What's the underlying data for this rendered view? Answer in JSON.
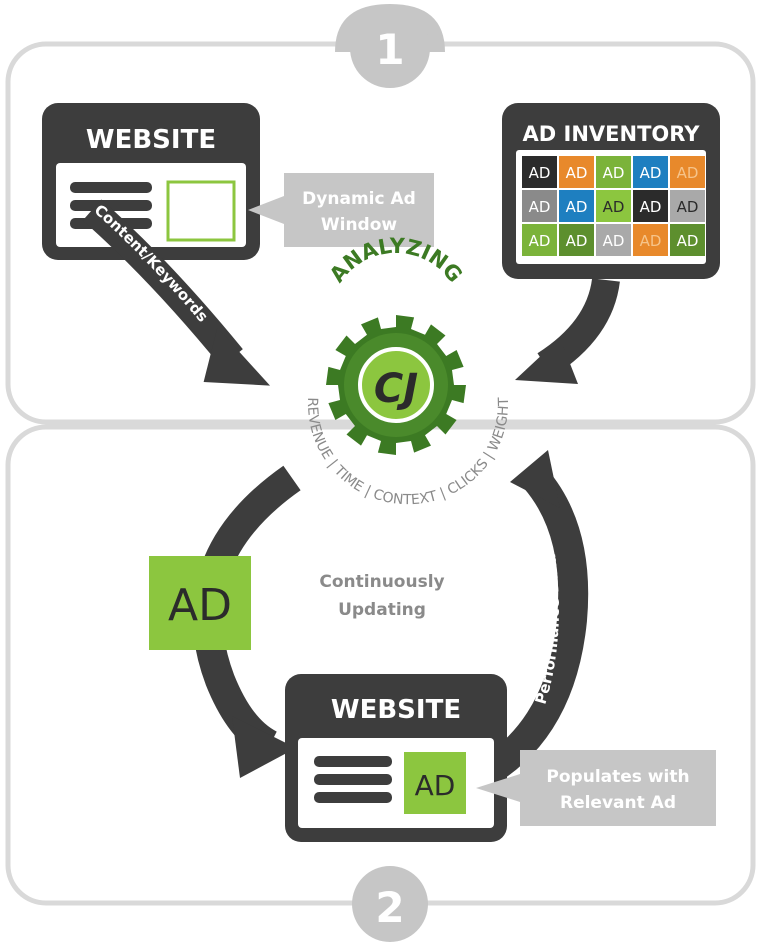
{
  "steps": {
    "one": "1",
    "two": "2"
  },
  "top_website": {
    "title": "WEBSITE"
  },
  "dynamic_ad_window": {
    "line1": "Dynamic Ad",
    "line2": "Window"
  },
  "content_keywords": "Content/Keywords",
  "ad_inventory": {
    "title": "AD INVENTORY",
    "tile_label": "AD",
    "grid": [
      [
        {
          "c": "#2b2b2b",
          "t": "#ffffff"
        },
        {
          "c": "#e8892b",
          "t": "#ffffff"
        },
        {
          "c": "#7bb33a",
          "t": "#ffffff"
        },
        {
          "c": "#1e7fc0",
          "t": "#ffffff"
        },
        {
          "c": "#e8892b",
          "t": "#f6c48a"
        }
      ],
      [
        {
          "c": "#8a8a8a",
          "t": "#ffffff"
        },
        {
          "c": "#1e7fc0",
          "t": "#ffffff"
        },
        {
          "c": "#8cc63f",
          "t": "#2b2b2b"
        },
        {
          "c": "#2b2b2b",
          "t": "#ffffff"
        },
        {
          "c": "#a9a9a9",
          "t": "#2b2b2b"
        }
      ],
      [
        {
          "c": "#7bb33a",
          "t": "#ffffff"
        },
        {
          "c": "#5d8f2e",
          "t": "#ffffff"
        },
        {
          "c": "#a9a9a9",
          "t": "#ffffff"
        },
        {
          "c": "#e8892b",
          "t": "#f6c48a"
        },
        {
          "c": "#5d8f2e",
          "t": "#ffffff"
        }
      ]
    ]
  },
  "engine": {
    "title": "ANALYZING",
    "logo": "CJ",
    "factors": [
      "REVENUE",
      "TIME",
      "CONTEXT",
      "CLICKS",
      "WEIGHT"
    ]
  },
  "ad_tile": "AD",
  "continuously_updating": {
    "line1": "Continuously",
    "line2": "Updating"
  },
  "performance_data": "Performance Data",
  "bottom_website": {
    "title": "WEBSITE",
    "ad_label": "AD"
  },
  "populates": {
    "line1": "Populates with",
    "line2": "Relevant Ad"
  },
  "colors": {
    "dark": "#3d3d3d",
    "gray_box": "#c6c6c6",
    "green": "#8cc63f",
    "dark_green": "#3c7a23",
    "panel_border": "#d9d9d9"
  }
}
